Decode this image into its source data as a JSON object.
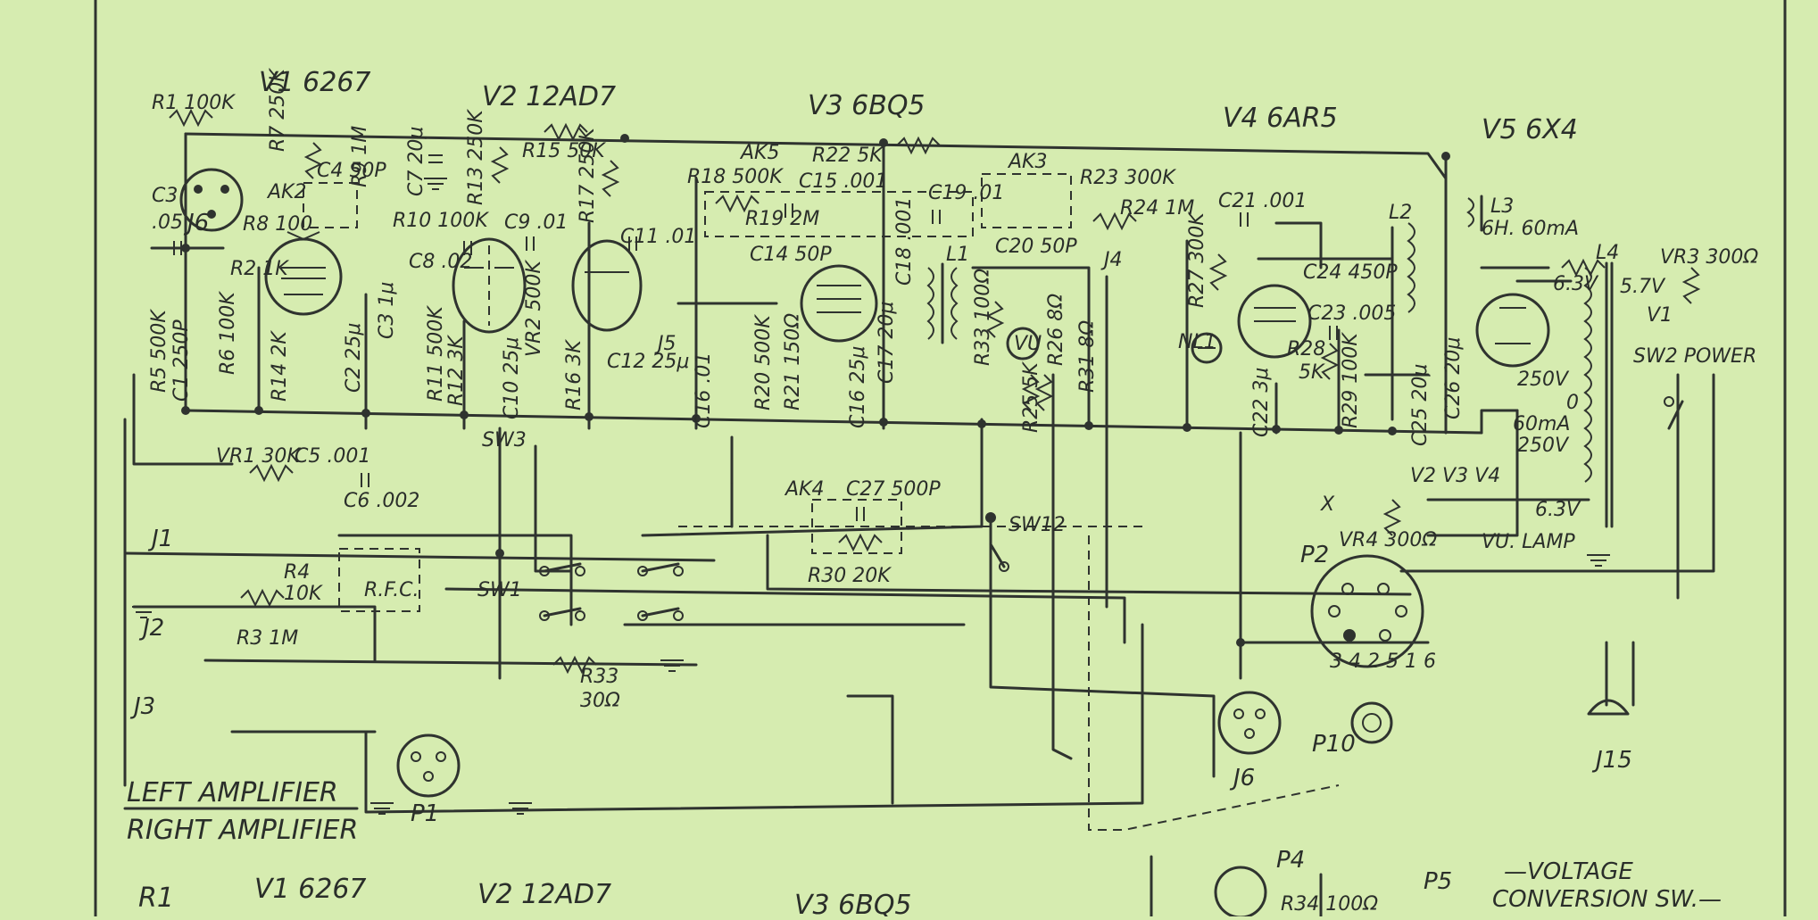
{
  "colors": {
    "paper": "#d6ecb0",
    "ink": "#2f332f"
  },
  "tubes": {
    "v1": "V1 6267",
    "v2": "V2 12AD7",
    "v3": "V3 6BQ5",
    "v4": "V4 6AR5",
    "v5": "V5 6X4"
  },
  "labels": {
    "r1": "R1 100K",
    "r7": "R7 250K",
    "c4": "C4 50P",
    "ak2": "AK2",
    "r9": "R9 1M",
    "c7": "C7 20μ",
    "r13": "R13 250K",
    "r15": "R15 50K",
    "r17": "R17 250K",
    "ak5": "AK5",
    "r22": "R22 5K",
    "r18": "R18 500K",
    "c15": "C15 .001",
    "r19": "R19 2M",
    "c14": "C14 50P",
    "c19": "C19 .01",
    "ak3": "AK3",
    "r23": "R23 300K",
    "r24": "R24 1M",
    "c20": "C20 50P",
    "c21": "C21 .001",
    "j6": "J6",
    "c3": "C3",
    "c3v": ".05",
    "r8": "R8 100",
    "r10": "R10 100K",
    "c9": "C9 .01",
    "c8": "C8 .02",
    "c11": "C11 .01",
    "r2": "R2 1K",
    "r5": "R5 500K",
    "c1": "C1 250P",
    "r6": "R6 100K",
    "r14": "R14 2K",
    "r11": "R11 500K",
    "r12": "R12 3K",
    "c2": "C2 25μ",
    "c3b": "C3 1μ",
    "c10": "C10 25μ",
    "vr2": "VR2 500K",
    "r16": "R16 3K",
    "c12": "C12 25μ",
    "j5": "J5",
    "c16": "C16 .01",
    "r20": "R20 500K",
    "r21": "R21 150Ω",
    "c16b": "C16 25μ",
    "c17": "C17 20μ",
    "c18": "C18 .001",
    "l1": "L1",
    "r33": "R33 100Ω",
    "vu": "VU",
    "r26": "R26 8Ω",
    "r31": "R31 8Ω",
    "r25": "R25 5K",
    "j4": "J4",
    "nl1": "NL1",
    "r27": "R27 300K",
    "c22": "C22 3μ",
    "r28": "R28",
    "r28v": "5K",
    "r29": "R29 100K",
    "c24": "C24 450P",
    "c23": "C23 .005",
    "l2": "L2",
    "c25": "C25 20μ",
    "c26": "C26 20μ",
    "l3": "L3",
    "l3v": "6H. 60mA",
    "l4": "L4",
    "vr3": "VR3 300Ω",
    "v63": "6.3V",
    "v57": "5.7V",
    "v1s": "V1",
    "sw2": "SW2 POWER",
    "v250a": "250V",
    "v0": "0",
    "v60": "60mA",
    "v250b": "250V",
    "x": "X",
    "vr4": "VR4 300Ω",
    "vlamp": "VU. LAMP",
    "v63b": "6.3V",
    "vchain": "V2 V3 V4",
    "vr1": "VR1 30K",
    "c5": "C5 .001",
    "c6": "C6 .002",
    "sw3": "SW3",
    "ak4": "AK4",
    "c27": "C27 500P",
    "r30": "R30 20K",
    "sw12": "SW12",
    "j1": "J1",
    "j2": "J2",
    "j3": "J3",
    "r4": "R4",
    "r4v": "10K",
    "r3": "R3 1M",
    "rfc": "R.F.C.",
    "sw1": "SW1",
    "r33b": "R33",
    "r33bv": "30Ω",
    "p2": "P2",
    "p2pins": "3 4 2 5 1 6",
    "j6b": "J6",
    "p10": "P10",
    "j15": "J15",
    "p1": "P1"
  },
  "titles": {
    "left": "LEFT AMPLIFIER",
    "right": "RIGHT AMPLIFIER",
    "voltage1": "—VOLTAGE",
    "voltage2": "CONVERSION SW.—"
  },
  "bottom": {
    "r1": "R1",
    "v1": "V1 6267",
    "v2": "V2 12AD7",
    "v3": "V3 6BQ5",
    "p4": "P4",
    "p5": "P5",
    "r34": "R34 100Ω"
  }
}
